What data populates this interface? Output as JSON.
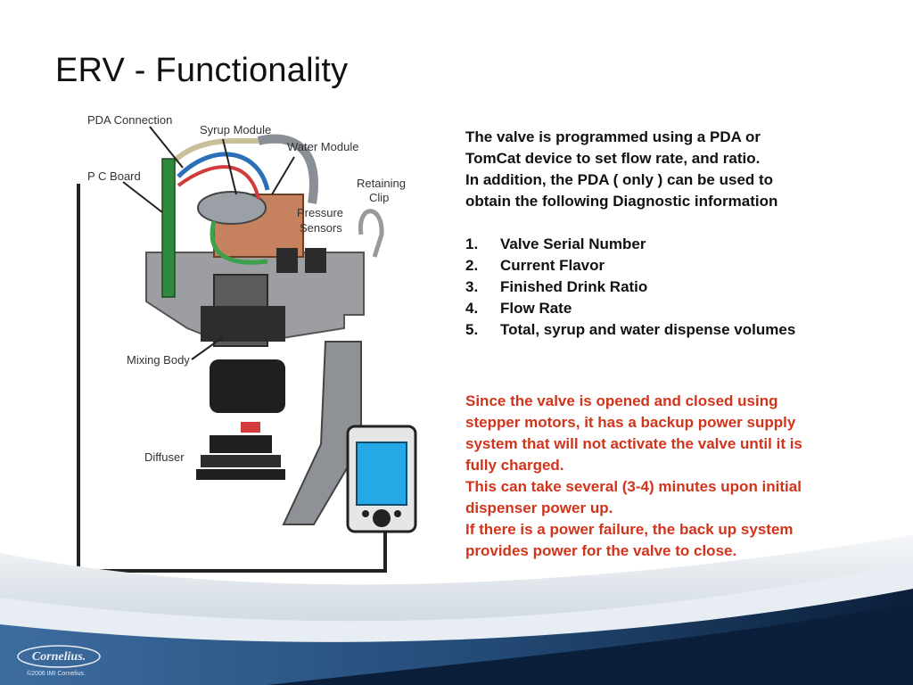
{
  "slide": {
    "title": "ERV - Functionality"
  },
  "diagram": {
    "labels": {
      "pda_connection": "PDA Connection",
      "syrup_module": "Syrup Module",
      "water_module": "Water Module",
      "pc_board": "P C Board",
      "retaining": "Retaining",
      "clip": "Clip",
      "pressure": "Pressure",
      "sensors": "Sensors",
      "mixing_body": "Mixing Body",
      "diffuser": "Diffuser"
    }
  },
  "body": {
    "intro_lines": [
      "The valve is programmed using a PDA or",
      "TomCat device to set flow rate, and ratio.",
      "In addition, the PDA ( only ) can be used to",
      "obtain the following Diagnostic information"
    ],
    "list": [
      {
        "num": "1.",
        "text": "Valve Serial Number"
      },
      {
        "num": "2.",
        "text": "Current Flavor"
      },
      {
        "num": "3.",
        "text": "Finished Drink Ratio"
      },
      {
        "num": "4.",
        "text": "Flow Rate"
      },
      {
        "num": "5.",
        "text": "Total, syrup and water dispense volumes"
      }
    ],
    "warning_lines": [
      "Since the valve is opened and closed using",
      "stepper motors, it has a backup power supply",
      "system that will not activate the valve until it is",
      "fully charged.",
      "This can take several (3-4) minutes upon initial",
      "dispenser power up.",
      "If there is a power failure, the back up system",
      "provides power for the valve to close."
    ]
  },
  "footer": {
    "logo_text": "Cornelius.",
    "copyright": "©2006 IMI Cornelius."
  },
  "colors": {
    "warning": "#d0341b",
    "footer_dark": "#0b1f3a",
    "footer_blue": "#2c5a8a"
  }
}
